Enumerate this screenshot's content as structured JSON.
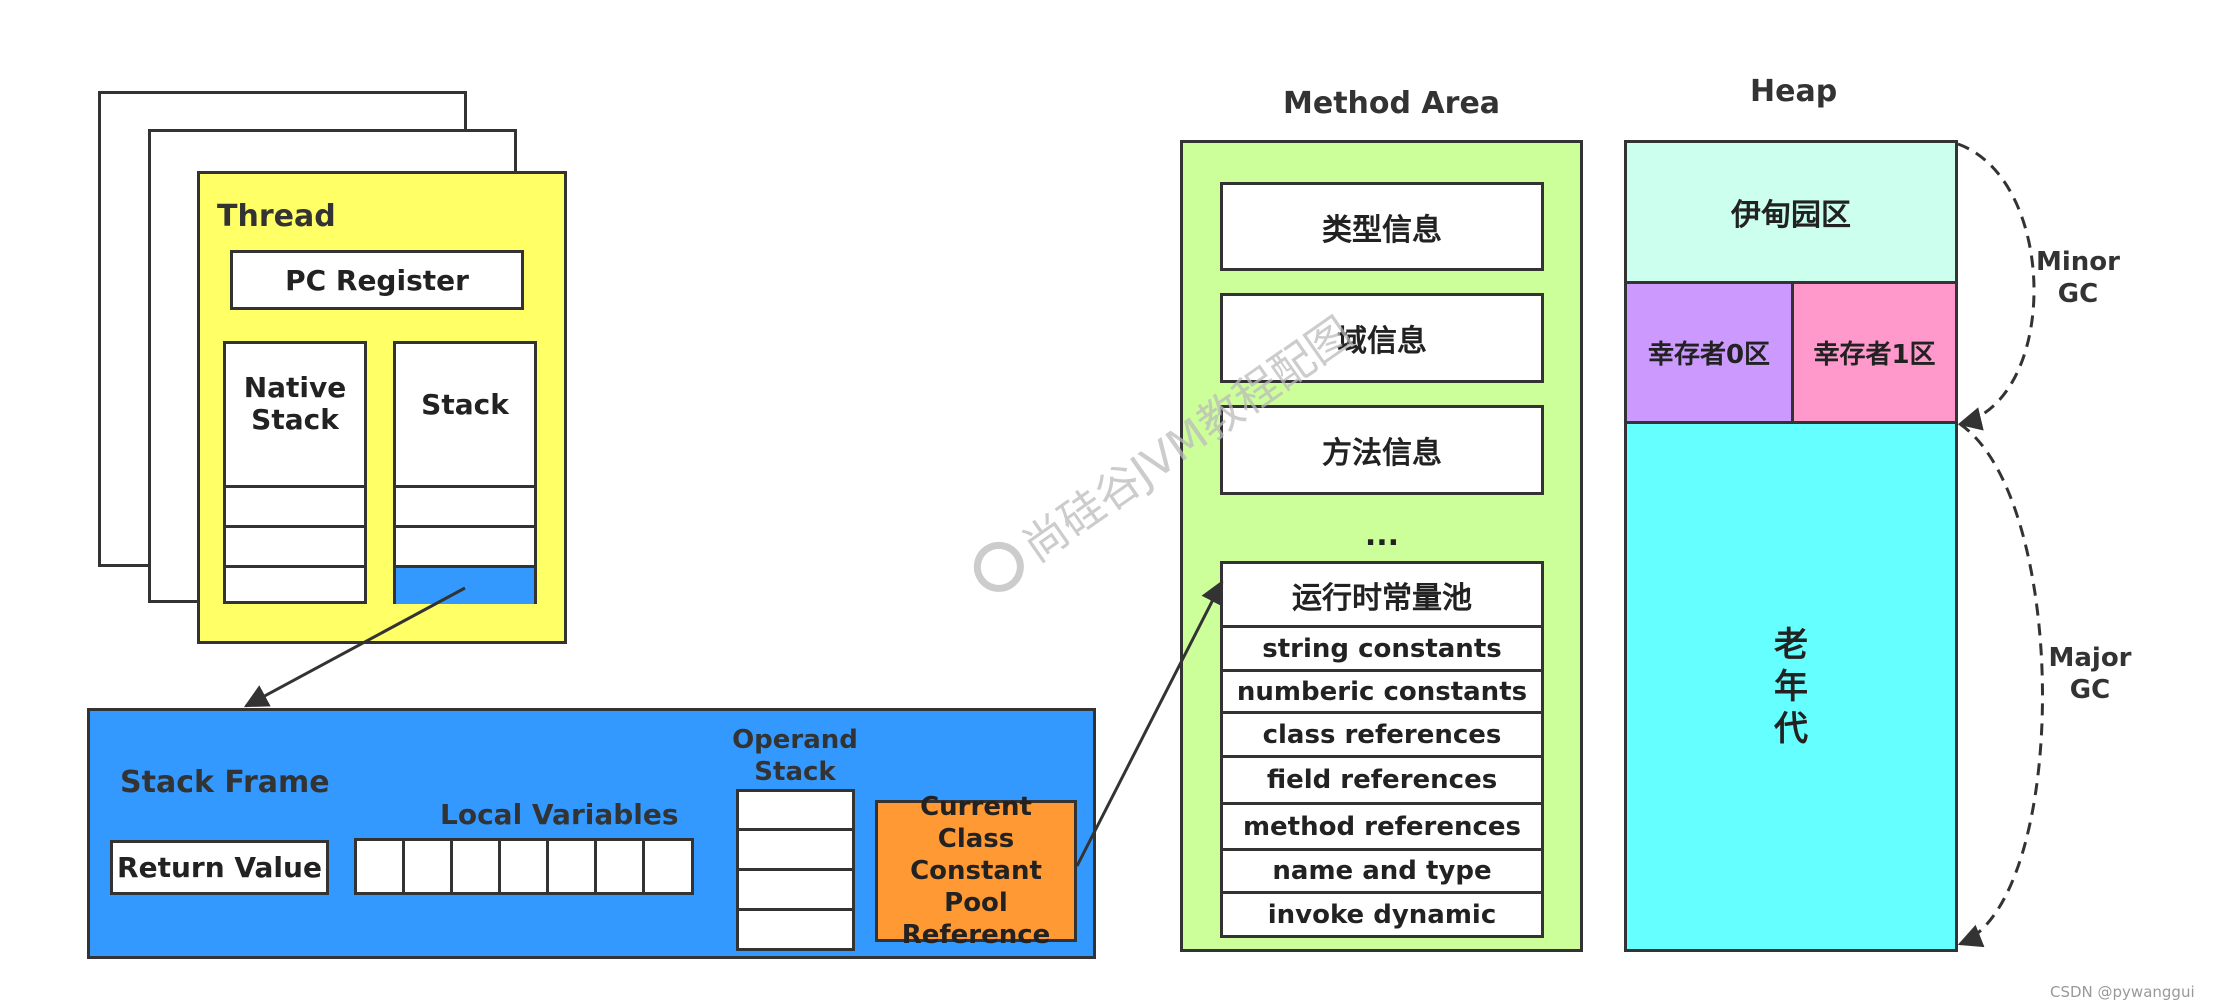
{
  "thread": {
    "title": "Thread",
    "pc_register": "PC Register",
    "native_stack": "Native Stack",
    "stack": "Stack"
  },
  "stack_frame": {
    "title": "Stack Frame",
    "return_value": "Return Value",
    "local_variables": "Local Variables",
    "operand_stack": "Operand Stack",
    "current_class": "Current Class Constant Pool Reference"
  },
  "method_area": {
    "title": "Method Area",
    "items": [
      "类型信息",
      "域信息",
      "方法信息"
    ],
    "ellipsis": "...",
    "pool_title": "运行时常量池",
    "pool_items": [
      "string constants",
      "numberic constants",
      "class references",
      "field references",
      "method references",
      "name and type",
      "invoke dynamic"
    ]
  },
  "heap": {
    "title": "Heap",
    "eden": "伊甸园区",
    "survivor0": "幸存者0区",
    "survivor1": "幸存者1区",
    "old_gen": "老年代",
    "minor_gc": "Minor GC",
    "major_gc": "Major GC"
  },
  "watermark": "尚硅谷JVM教程配图",
  "credit": "CSDN @pywanggui",
  "colors": {
    "thread_bg": "#ffff66",
    "stack_frame_bg": "#3399ff",
    "current_class_bg": "#ff9933",
    "method_area_bg": "#ccff99",
    "eden_bg": "#ccffee",
    "survivor0_bg": "#cc99ff",
    "survivor1_bg": "#ff99cc",
    "old_gen_bg": "#66ffff",
    "stack_slot_highlight": "#3399ff"
  }
}
